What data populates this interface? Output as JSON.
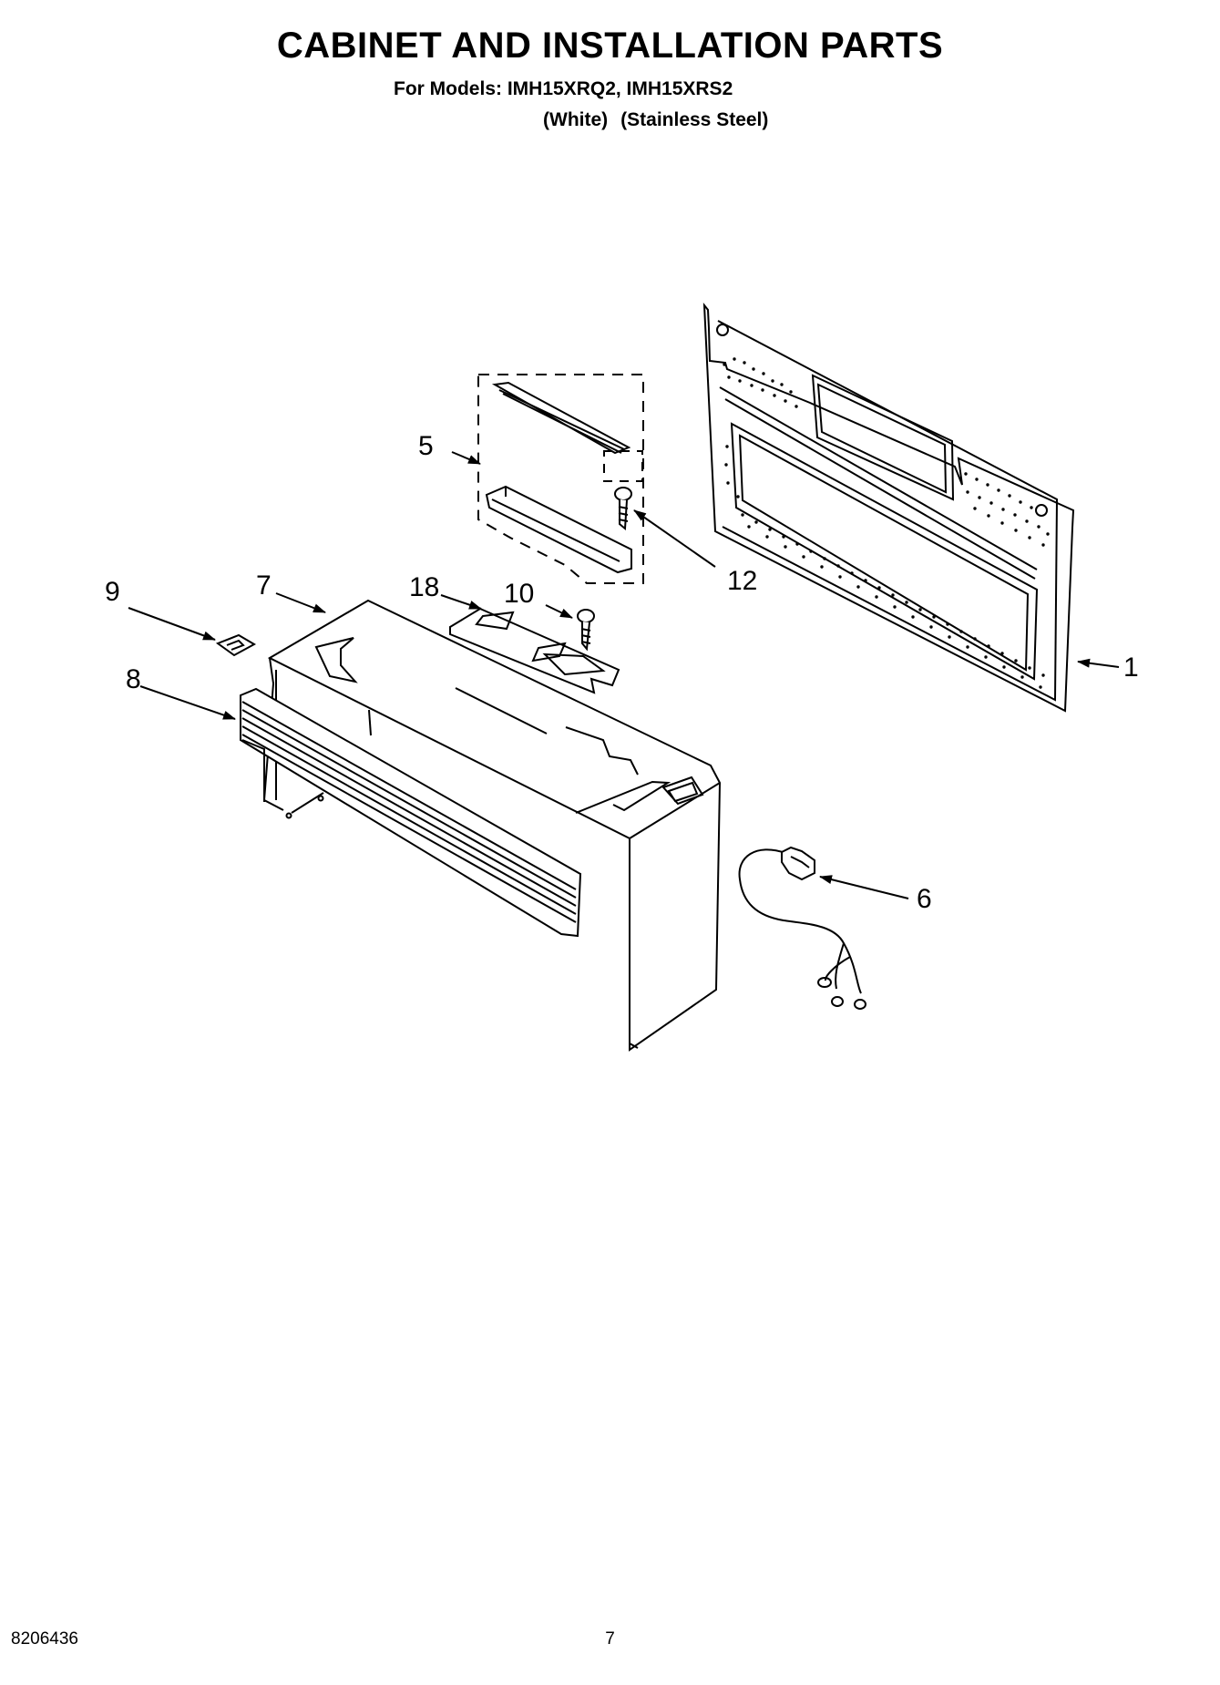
{
  "header": {
    "title": "CABINET AND INSTALLATION PARTS",
    "models": "For Models: IMH15XRQ2, IMH15XRS2",
    "variant_white": "(White)",
    "variant_stainless": "(Stainless Steel)"
  },
  "callouts": {
    "c1": "1",
    "c5": "5",
    "c6": "6",
    "c7": "7",
    "c8": "8",
    "c9": "9",
    "c10": "10",
    "c12": "12",
    "c18": "18"
  },
  "footer": {
    "doc_number": "8206436",
    "page_number": "7"
  }
}
